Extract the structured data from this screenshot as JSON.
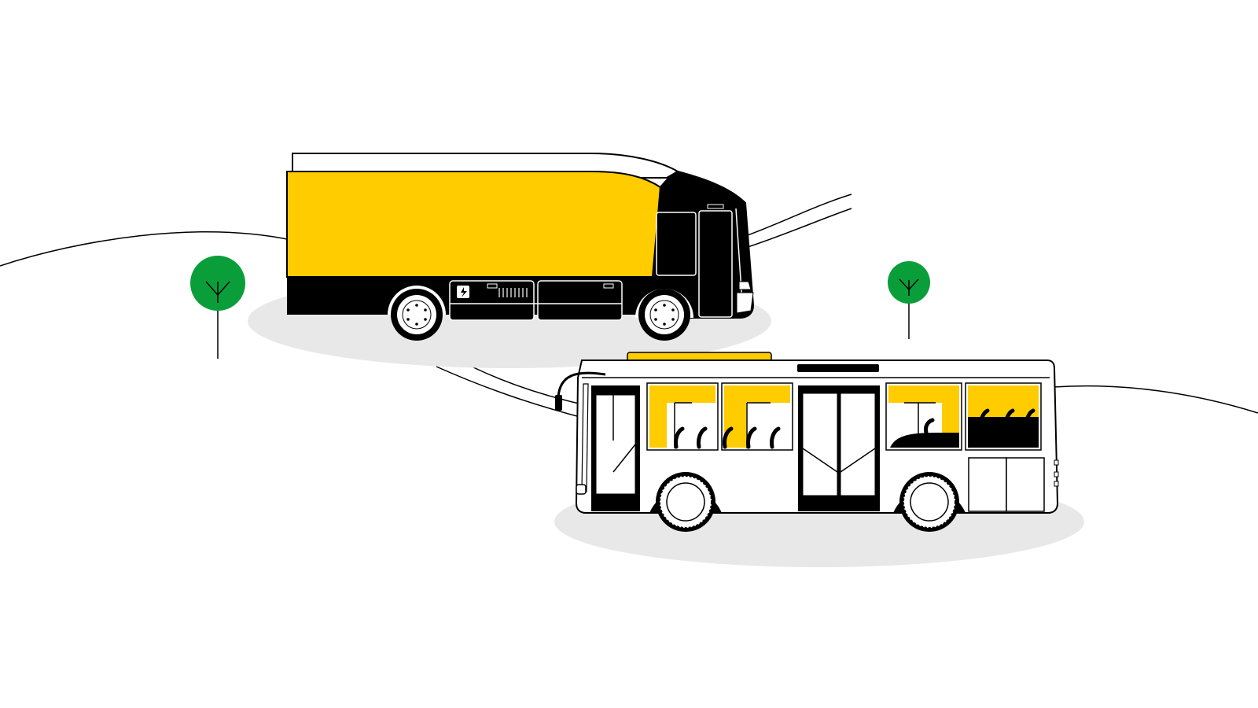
{
  "colors": {
    "background": "#ffffff",
    "ink": "#000000",
    "accent_yellow": "#ffcc00",
    "tree_green": "#0a9e3a",
    "shadow_gray": "#e8e8e8",
    "body_white": "#ffffff"
  },
  "scene": {
    "elements": [
      "hill-line",
      "road",
      "tree",
      "electric-truck",
      "electric-bus",
      "ground-shadow"
    ]
  },
  "icons": {
    "charging_port": "lightning-bolt-icon"
  }
}
